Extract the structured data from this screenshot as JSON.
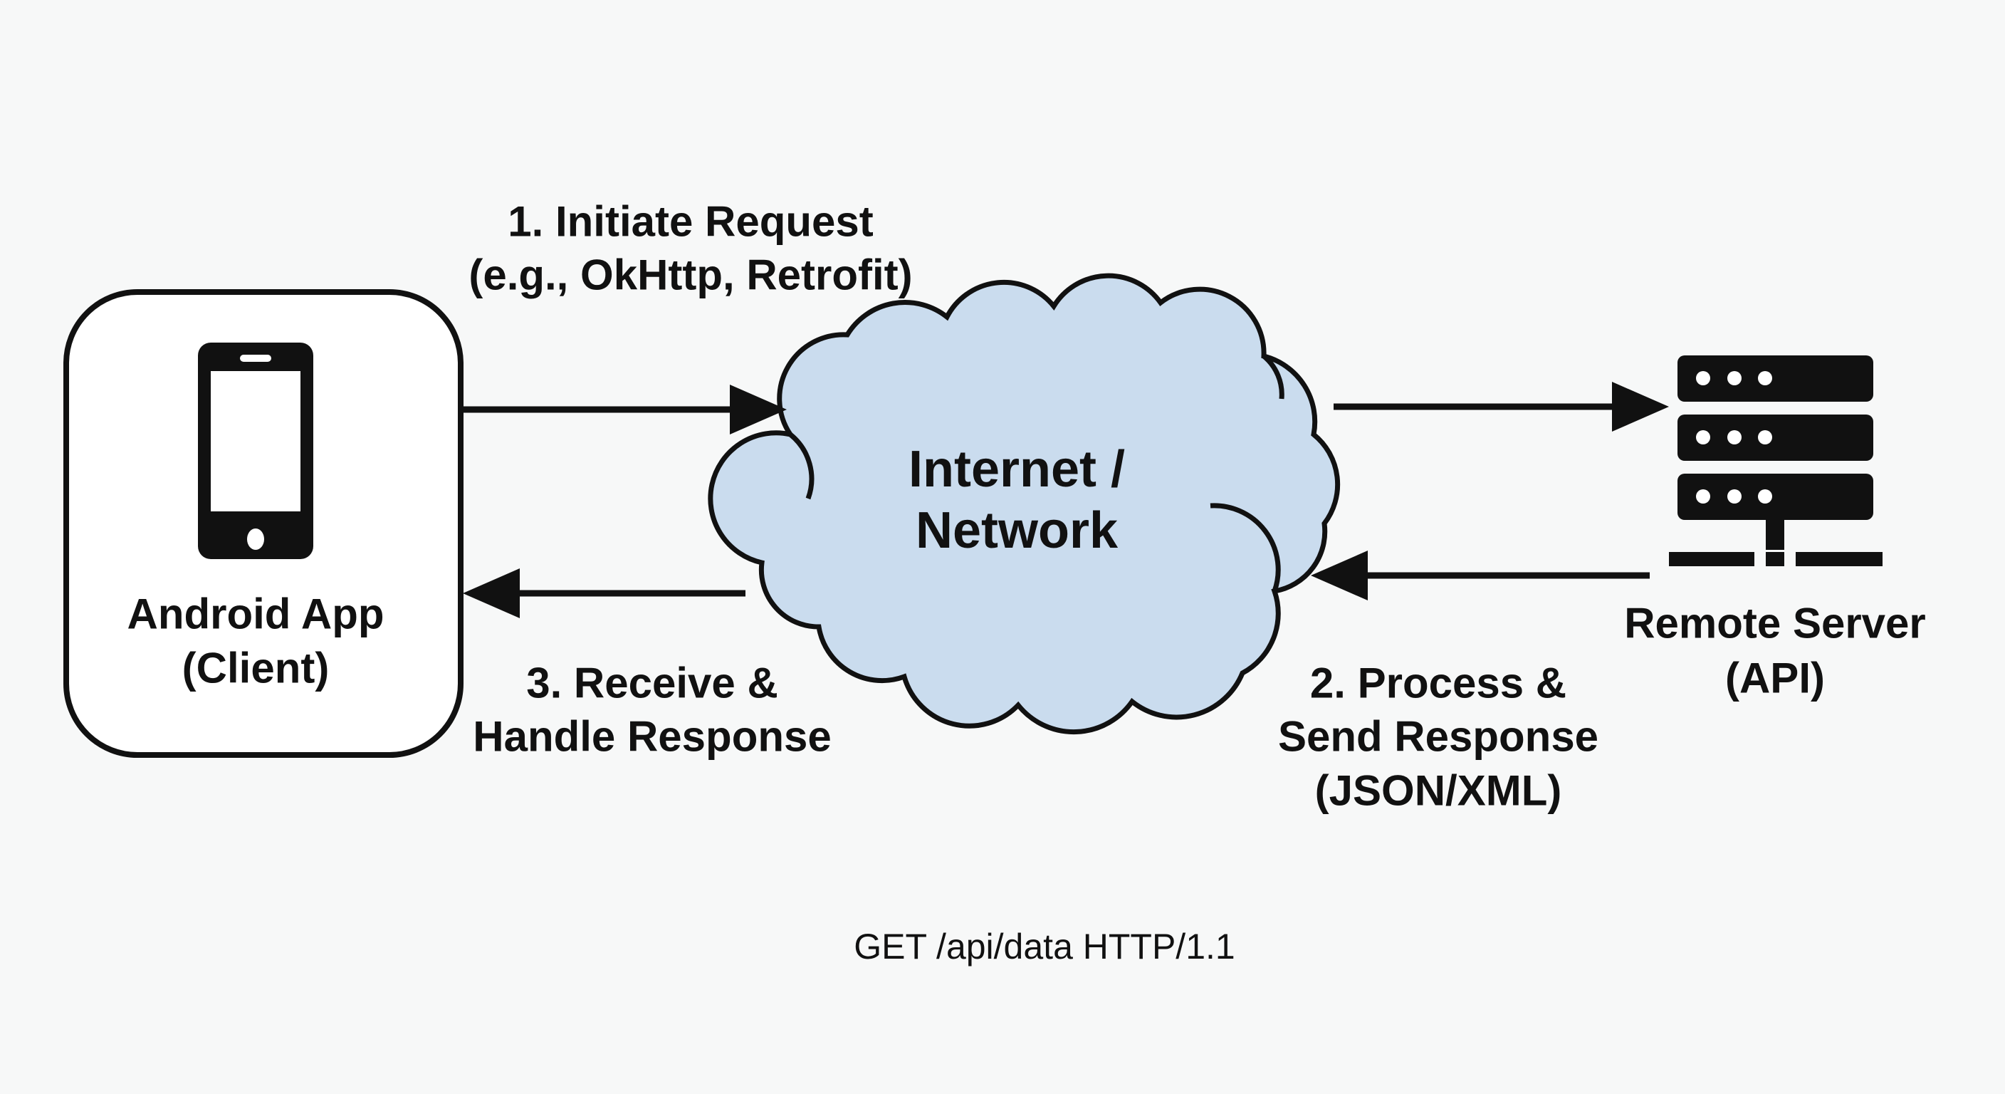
{
  "client": {
    "line1": "Android App",
    "line2": "(Client)",
    "icon": "smartphone-icon"
  },
  "network": {
    "line1": "Internet /",
    "line2": "Network",
    "icon": "cloud-icon",
    "fill_color": "#cadcee"
  },
  "server": {
    "line1": "Remote Server",
    "line2": "(API)",
    "icon": "server-icon"
  },
  "steps": {
    "request": {
      "line1": "1. Initiate Request",
      "line2": "(e.g., OkHttp, Retrofit)"
    },
    "process": {
      "line1": "2. Process &",
      "line2": "Send Response",
      "line3": "(JSON/XML)"
    },
    "receive": {
      "line1": "3. Receive &",
      "line2": "Handle Response"
    }
  },
  "footer": {
    "text": "GET /api/data HTTP/1.1"
  },
  "colors": {
    "background": "#f7f8f8",
    "stroke": "#111111",
    "cloud": "#cadcee"
  }
}
